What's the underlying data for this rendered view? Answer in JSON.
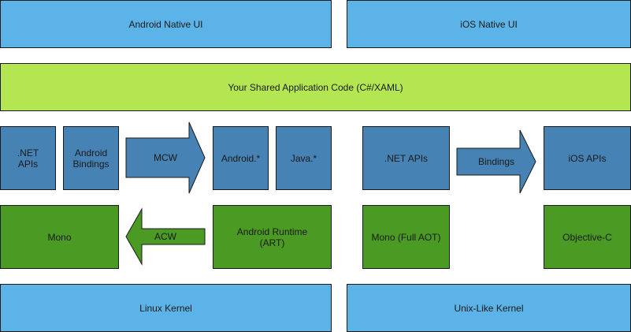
{
  "colors": {
    "top_layer": "#5bb3e8",
    "shared_code": "#b3e650",
    "managed_layer": "#4682b4",
    "runtime_layer": "#4a9a24",
    "border": "#1a1a1a"
  },
  "android": {
    "native_ui": "Android Native UI",
    "net_apis": ".NET\nAPIs",
    "bindings": "Android\nBindings",
    "mcw_label": "MCW",
    "android_star": "Android.*",
    "java_star": "Java.*",
    "mono": "Mono",
    "acw_label": "ACW",
    "art": "Android Runtime\n(ART)",
    "kernel": "Linux Kernel"
  },
  "shared": {
    "app_code": "Your Shared Application Code (C#/XAML)"
  },
  "ios": {
    "native_ui": "iOS Native UI",
    "net_apis": ".NET APIs",
    "bindings_label": "Bindings",
    "ios_apis": "iOS APIs",
    "mono_aot": "Mono (Full AOT)",
    "objc": "Objective-C",
    "kernel": "Unix-Like Kernel"
  }
}
